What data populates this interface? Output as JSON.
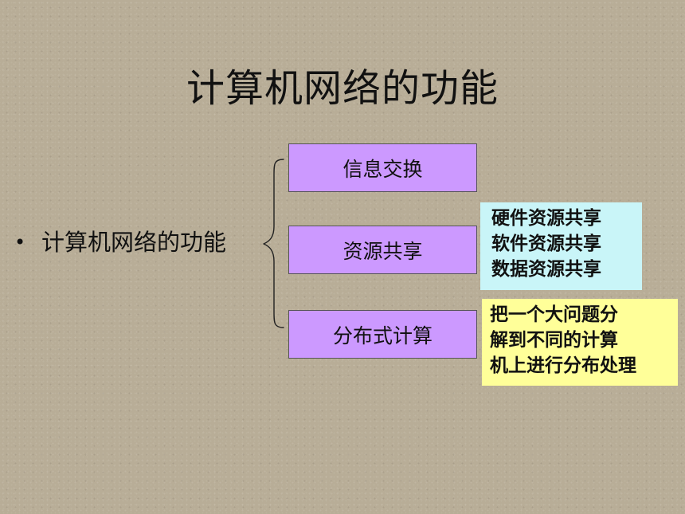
{
  "title": "计算机网络的功能",
  "bullet": {
    "marker": "•",
    "text": "计算机网络的功能"
  },
  "functions": [
    {
      "label": "信息交换"
    },
    {
      "label": "资源共享"
    },
    {
      "label": "分布式计算"
    }
  ],
  "notes": {
    "resource_sharing": [
      "硬件资源共享",
      "软件资源共享",
      "数据资源共享"
    ],
    "distributed_computing": [
      "把一个大问题分",
      "解到不同的计算",
      "机上进行分布处理"
    ]
  },
  "colors": {
    "background": "#b8ad97",
    "function_box": "#cc99ff",
    "cyan_note": "#c9f5f8",
    "yellow_note": "#ffff99"
  }
}
